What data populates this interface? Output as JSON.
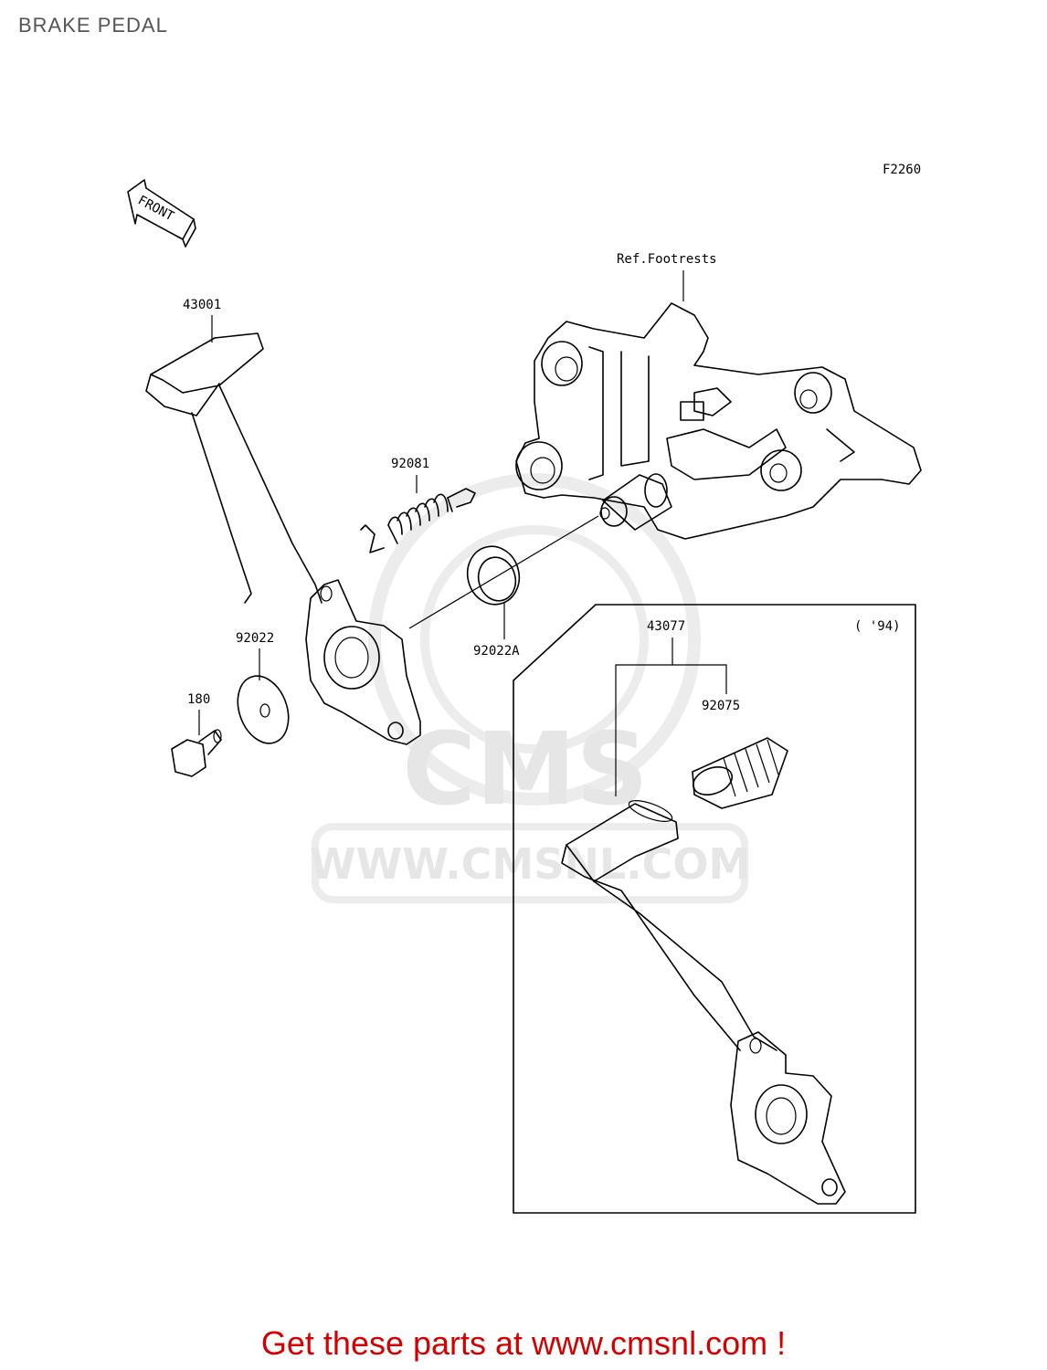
{
  "header": {
    "title": "BRAKE PEDAL"
  },
  "diagram": {
    "figure_code": "F2260",
    "front_label": "FRONT",
    "ref_label": "Ref.Footrests",
    "parts": {
      "p43001": "43001",
      "p92081": "92081",
      "p92022": "92022",
      "p92022a": "92022A",
      "p180": "180",
      "p43077": "43077",
      "p92075": "92075"
    },
    "inset_note": "( '94)"
  },
  "watermark": {
    "logo_text": "CMS",
    "url_text": "WWW.CMSNL.COM"
  },
  "footer": {
    "cta": "Get these parts at www.cmsnl.com !"
  }
}
